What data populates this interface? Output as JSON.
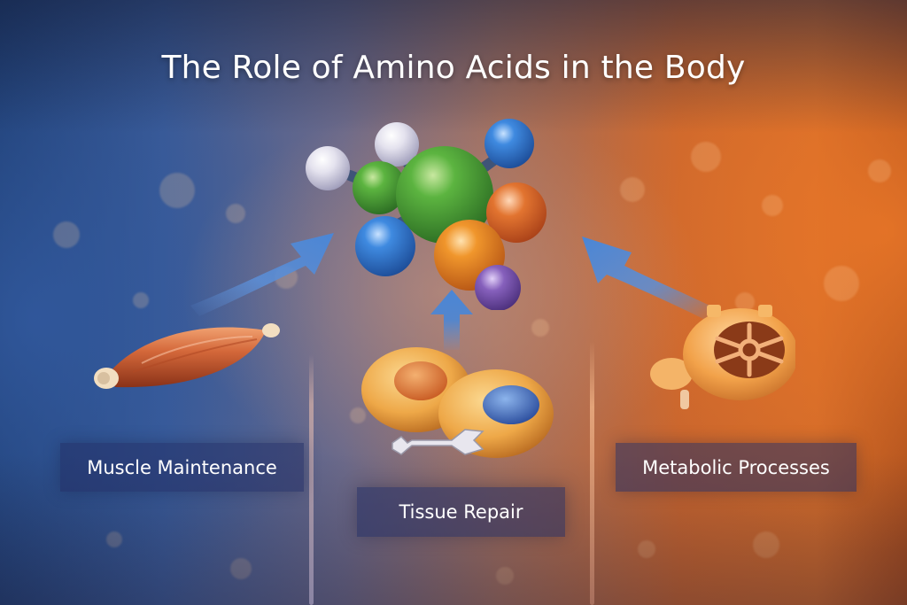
{
  "title": "The Role of Amino Acids in the Body",
  "center": {
    "icon": "amino-acid-molecule-icon"
  },
  "roles": [
    {
      "label": "Muscle Maintenance",
      "icon": "muscle-icon"
    },
    {
      "label": "Tissue Repair",
      "icon": "cells-with-wrench-icon"
    },
    {
      "label": "Metabolic Processes",
      "icon": "metabolic-gear-icon"
    }
  ],
  "colors": {
    "left_background": "#2a4a84",
    "right_background": "#d06a2a",
    "arrow": "#4a86d6",
    "label_panel": "#28316a",
    "atom_green": "#3f9b35",
    "atom_blue": "#2f74c8",
    "atom_white": "#e4e2ee",
    "atom_orange": "#e3862c",
    "atom_purple": "#7a52a8"
  }
}
